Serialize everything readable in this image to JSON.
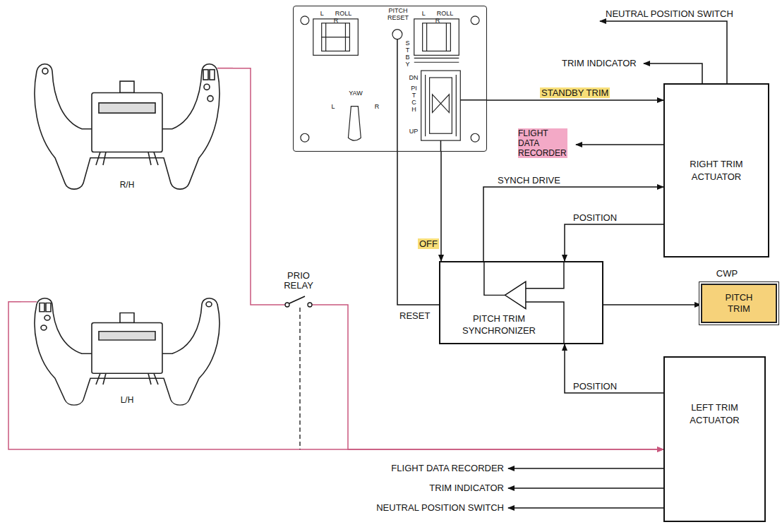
{
  "diagram": {
    "nodes": [
      {
        "text": [
          "R/H"
        ]
      },
      {
        "text": [
          "L ROLL R",
          "PITCH RESET",
          "L ROLL R",
          "YAW",
          "L",
          "R",
          "STBY",
          "DN",
          "PITCH",
          "UP"
        ]
      },
      {
        "text": [
          "RIGHT TRIM ACTUATOR"
        ]
      },
      {
        "text": [
          "PITCH TRIM SYNCHRONIZER"
        ]
      },
      {
        "text": [
          "CWP",
          "PITCH TRIM"
        ]
      },
      {
        "text": [
          "L/H"
        ]
      },
      {
        "text": [
          "LEFT TRIM ACTUATOR"
        ]
      }
    ],
    "edges": [
      {
        "from": 1,
        "to": 2,
        "arrow": "to",
        "label": "STANDBY TRIM"
      },
      {
        "from": 1,
        "to": 3,
        "arrow": "to",
        "label": "OFF"
      },
      {
        "from": 1,
        "to": 3,
        "arrow": "none",
        "label": "RESET"
      },
      {
        "from": 3,
        "to": 2,
        "arrow": "to",
        "label": "SYNCH DRIVE"
      },
      {
        "from": 2,
        "to": 3,
        "arrow": "to",
        "label": "POSITION"
      },
      {
        "from": 3,
        "to": 4,
        "arrow": "to"
      },
      {
        "from": 6,
        "to": 3,
        "arrow": "to",
        "label": "POSITION"
      },
      {
        "from": 5,
        "to": 6,
        "arrow": "to"
      },
      {
        "from": 0,
        "to": 6,
        "arrow": "to"
      }
    ],
    "labels": [
      "NEUTRAL POSITION SWITCH",
      "TRIM INDICATOR",
      "FLIGHT DATA RECORDER",
      "PRIO RELAY",
      "FLIGHT DATA RECORDER",
      "TRIM INDICATOR",
      "NEUTRAL POSITION SWITCH"
    ]
  }
}
